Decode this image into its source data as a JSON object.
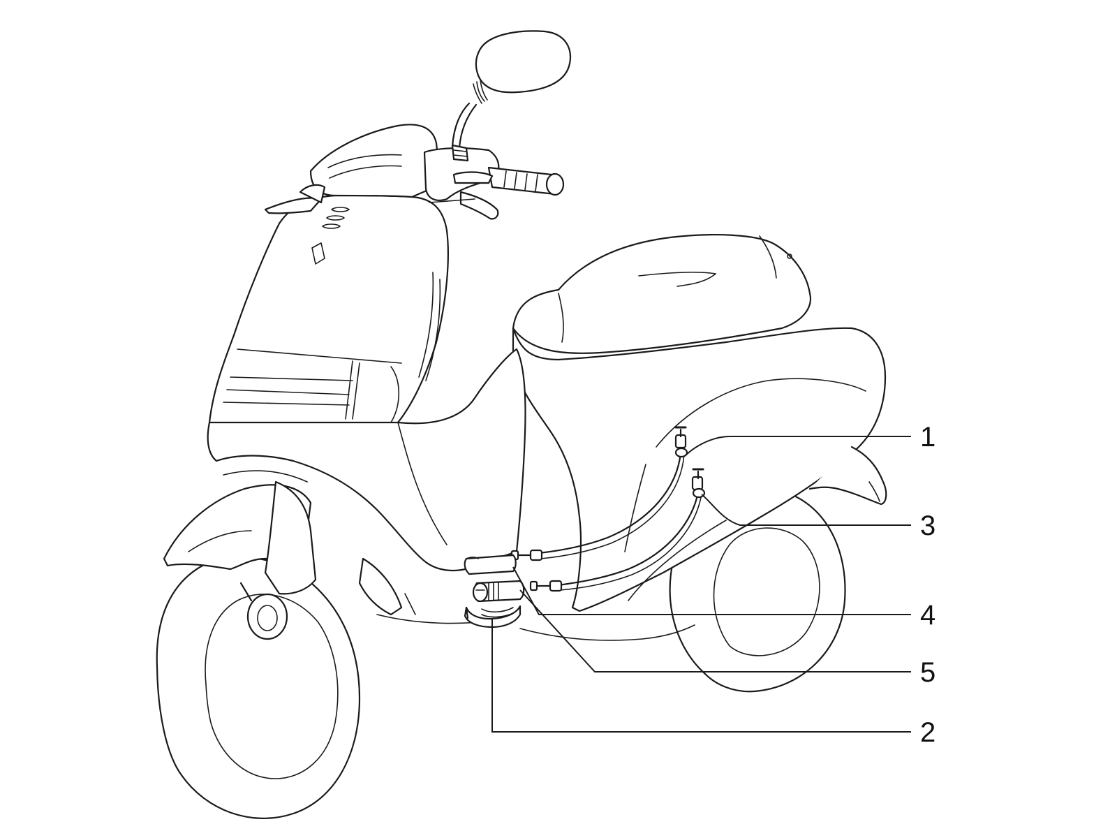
{
  "callouts": [
    {
      "id": "1",
      "label": "1",
      "part": "cable-1"
    },
    {
      "id": "3",
      "label": "3",
      "part": "cable-3"
    },
    {
      "id": "4",
      "label": "4",
      "part": "housing-cover"
    },
    {
      "id": "5",
      "label": "5",
      "part": "junction-body"
    },
    {
      "id": "2",
      "label": "2",
      "part": "housing-base"
    }
  ],
  "colors": {
    "line": "#1a1a1a",
    "background": "#ffffff"
  }
}
